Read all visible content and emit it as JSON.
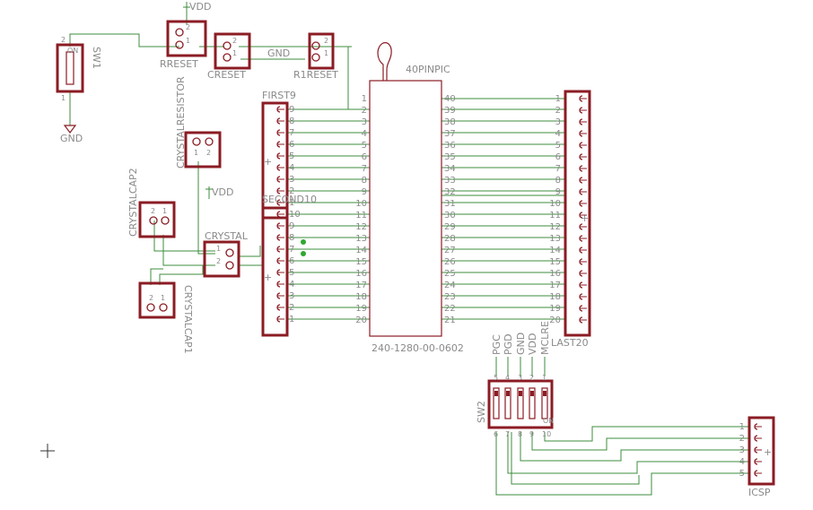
{
  "supply": {
    "vdd": "VDD",
    "gnd": "GND"
  },
  "sw1": {
    "name": "SW1",
    "on": "ON",
    "pin1": "1",
    "pin2": "2"
  },
  "rreset": {
    "name": "RRESET",
    "pin1": "1",
    "pin2": "2"
  },
  "creset": {
    "name": "CRESET",
    "pin1": "1",
    "pin2": "2"
  },
  "r1reset": {
    "name": "R1RESET",
    "pin1": "1",
    "pin2": "2"
  },
  "crystalresistor": {
    "name": "CRYSTALRESISTOR",
    "pin1": "1",
    "pin2": "2"
  },
  "crystalcap2": {
    "name": "CRYSTALCAP2",
    "pin1": "1",
    "pin2": "2"
  },
  "crystalcap1": {
    "name": "CRYSTALCAP1",
    "pin1": "1",
    "pin2": "2"
  },
  "crystal": {
    "name": "CRYSTAL",
    "pin1": "1",
    "pin2": "2"
  },
  "pic": {
    "name": "40PINPIC",
    "value": "240-1280-00-0602",
    "left_pins": [
      "1",
      "2",
      "3",
      "4",
      "5",
      "6",
      "7",
      "8",
      "9",
      "10",
      "11",
      "12",
      "13",
      "14",
      "15",
      "16",
      "17",
      "18",
      "19",
      "20"
    ],
    "right_pins": [
      "40",
      "39",
      "38",
      "37",
      "36",
      "35",
      "34",
      "33",
      "32",
      "31",
      "30",
      "29",
      "28",
      "27",
      "26",
      "25",
      "24",
      "23",
      "22",
      "21"
    ]
  },
  "first9": {
    "name": "FIRST9",
    "pins": [
      "9",
      "8",
      "7",
      "6",
      "5",
      "4",
      "3",
      "2",
      "1"
    ]
  },
  "second10": {
    "name": "SECOND10",
    "pins": [
      "10",
      "9",
      "8",
      "7",
      "6",
      "5",
      "4",
      "3",
      "2",
      "1"
    ]
  },
  "last20": {
    "name": "LAST20",
    "pins": [
      "1",
      "2",
      "3",
      "4",
      "5",
      "6",
      "7",
      "8",
      "9",
      "10",
      "11",
      "12",
      "13",
      "14",
      "15",
      "16",
      "17",
      "18",
      "19",
      "20"
    ]
  },
  "sw2": {
    "name": "SW2",
    "on": "ON",
    "signals": [
      "PGC",
      "PGD",
      "GND",
      "VDD",
      "MCLRE"
    ],
    "top_pins": [
      "5",
      "4",
      "3",
      "2",
      "1"
    ],
    "bottom_pins": [
      "6",
      "7",
      "8",
      "9",
      "10"
    ]
  },
  "icsp": {
    "name": "ICSP",
    "pins": [
      "1",
      "2",
      "3",
      "4",
      "5"
    ]
  }
}
